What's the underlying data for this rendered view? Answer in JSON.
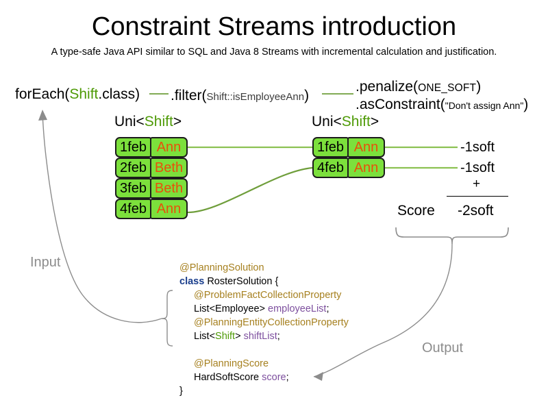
{
  "header": {
    "title": "Constraint Streams introduction",
    "subtitle": "A type-safe Java API similar to SQL and Java 8 Streams with incremental calculation and justification."
  },
  "pipeline": {
    "foreach": {
      "prefix": "forEach(",
      "type": "Shift",
      "suffix": ".class)"
    },
    "filter": {
      "prefix": ".filter(",
      "type": "Shift",
      "method_ref": "::isEmployeeAnn",
      "suffix": ")"
    },
    "penalize": {
      "prefix": ".penalize(",
      "arg": "ONE_SOFT",
      "suffix": ")"
    },
    "as_constraint": {
      "prefix": ".asConstraint(",
      "arg": "\"Don't assign Ann\"",
      "suffix": ")"
    }
  },
  "streams": [
    {
      "name": "uni-left",
      "label_prefix": "Uni<",
      "label_type": "Shift",
      "label_suffix": ">",
      "rows": [
        {
          "date": "1feb",
          "employee": "Ann"
        },
        {
          "date": "2feb",
          "employee": "Beth"
        },
        {
          "date": "3feb",
          "employee": "Beth"
        },
        {
          "date": "4feb",
          "employee": "Ann"
        }
      ]
    },
    {
      "name": "uni-right",
      "label_prefix": "Uni<",
      "label_type": "Shift",
      "label_suffix": ">",
      "rows": [
        {
          "date": "1feb",
          "employee": "Ann",
          "penalty": "-1soft"
        },
        {
          "date": "4feb",
          "employee": "Ann",
          "penalty": "-1soft"
        }
      ]
    }
  ],
  "score": {
    "plus": "+",
    "label": "Score",
    "total": "-2soft"
  },
  "code": {
    "lines": [
      {
        "indent": 0,
        "parts": [
          {
            "t": "@PlanningSolution",
            "c": "ann-gold"
          }
        ]
      },
      {
        "indent": 0,
        "parts": [
          {
            "t": "class",
            "c": "kw-blue"
          },
          {
            "t": " RosterSolution {",
            "c": "plain"
          }
        ]
      },
      {
        "indent": 1,
        "parts": [
          {
            "t": "@ProblemFactCollectionProperty",
            "c": "ann-gold"
          }
        ]
      },
      {
        "indent": 1,
        "parts": [
          {
            "t": "List<Employee> ",
            "c": "plain"
          },
          {
            "t": "employeeList",
            "c": "var-purple"
          },
          {
            "t": ";",
            "c": "plain"
          }
        ]
      },
      {
        "indent": 1,
        "parts": [
          {
            "t": "@PlanningEntityCollectionProperty",
            "c": "ann-gold"
          }
        ]
      },
      {
        "indent": 1,
        "parts": [
          {
            "t": "List<",
            "c": "plain"
          },
          {
            "t": "Shift",
            "c": "type-green"
          },
          {
            "t": "> ",
            "c": "plain"
          },
          {
            "t": "shiftList",
            "c": "var-purple"
          },
          {
            "t": ";",
            "c": "plain"
          }
        ]
      },
      {
        "indent": 0,
        "parts": [
          {
            "t": " ",
            "c": "plain"
          }
        ]
      },
      {
        "indent": 1,
        "parts": [
          {
            "t": "@PlanningScore",
            "c": "ann-gold"
          }
        ]
      },
      {
        "indent": 1,
        "parts": [
          {
            "t": "HardSoftScore ",
            "c": "plain"
          },
          {
            "t": "score",
            "c": "var-purple"
          },
          {
            "t": ";",
            "c": "plain"
          }
        ]
      },
      {
        "indent": 0,
        "parts": [
          {
            "t": "}",
            "c": "plain"
          }
        ]
      }
    ]
  },
  "annotations": {
    "input": "Input",
    "output": "Output"
  },
  "colors": {
    "tuple_fill": "#7CE03C",
    "tuple_border": "#1c1c1c",
    "employee_text": "#E8500A",
    "type_green": "#4E9A06",
    "connector_green": "#8CC152",
    "annotation_gold": "#A6801F",
    "keyword_blue": "#1A3E8C",
    "variable_purple": "#7D4F9E",
    "gray_arrow": "#8c8c8c"
  }
}
